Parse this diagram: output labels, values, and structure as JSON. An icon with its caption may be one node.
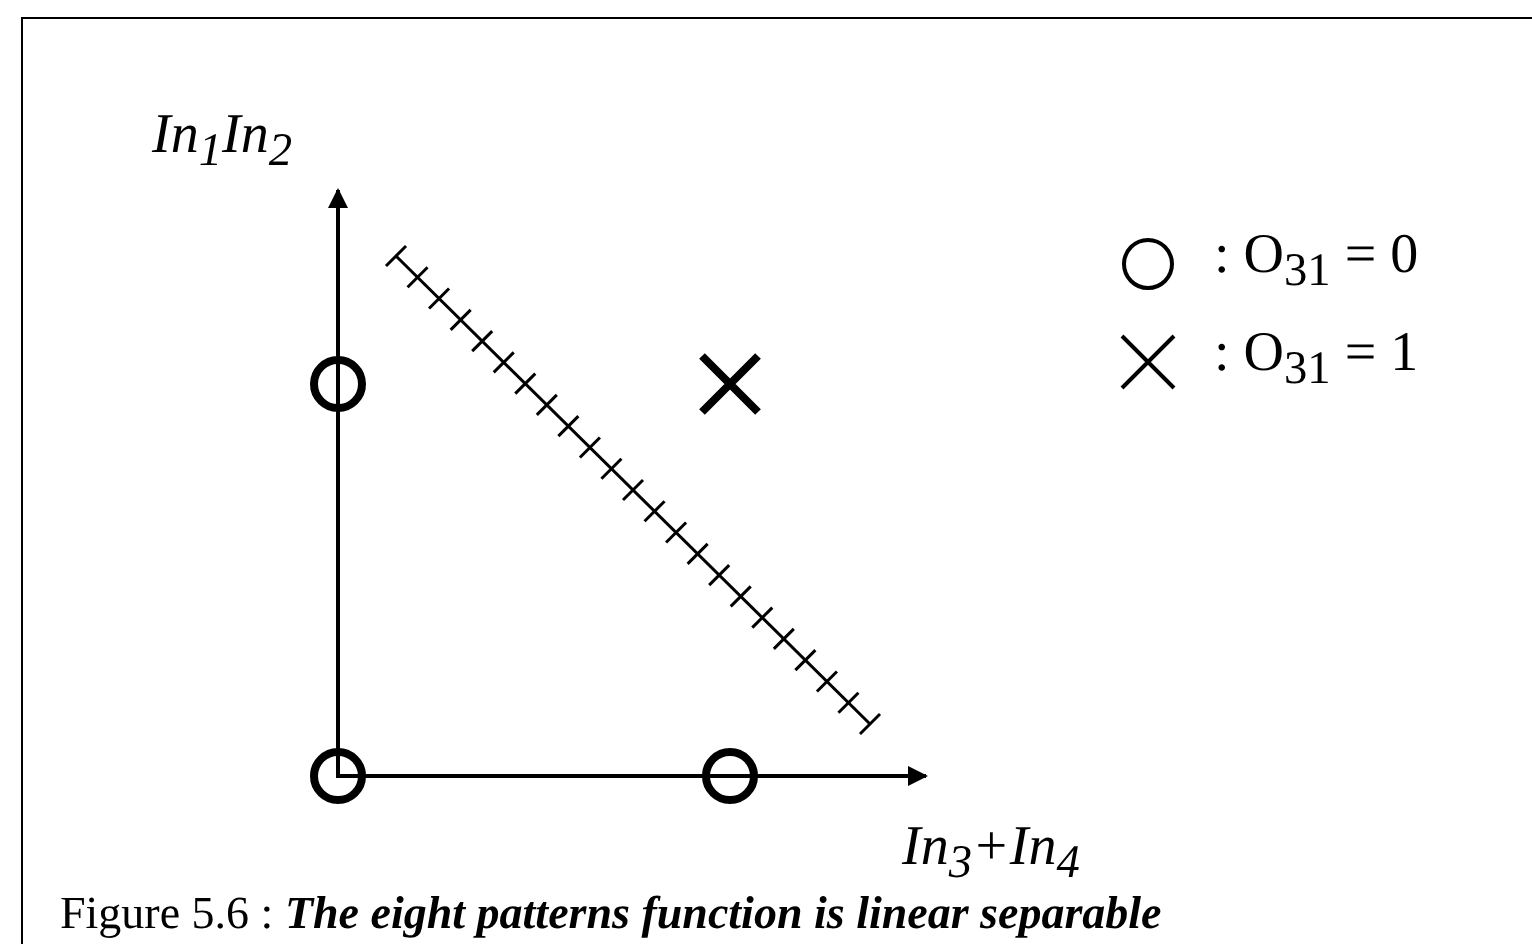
{
  "diagram": {
    "caption": "Figure 5.6 :  **The eight patterns function is linear separable**",
    "labels": [
      "In$_{1}$In$_{2}$",
      "In$_{3}$+In$_{4}$"
    ],
    "legend": [
      {
        "text": ":  O$_{31}$ = 0"
      },
      {
        "text": ":  O$_{31}$ = 1"
      }
    ]
  }
}
